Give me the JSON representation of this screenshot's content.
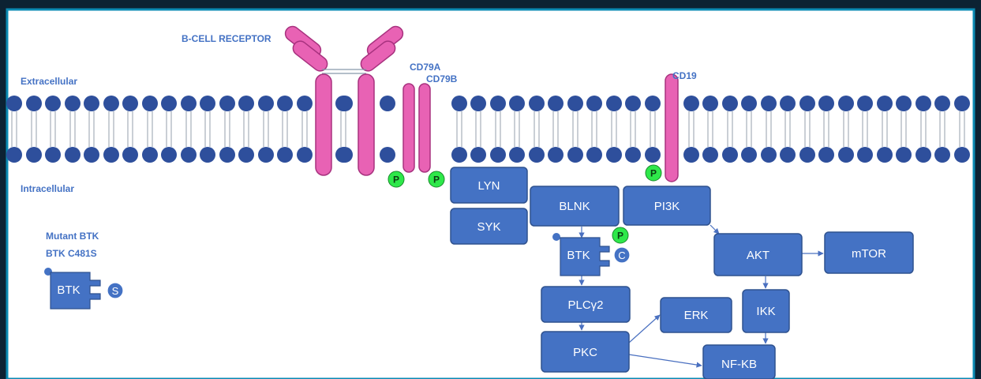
{
  "labels": {
    "bcr": "B-CELL RECEPTOR",
    "cd79a": "CD79A",
    "cd79b": "CD79B",
    "cd19": "CD19",
    "extracellular": "Extracellular",
    "intracellular": "Intracellular",
    "mutant_title": "Mutant BTK",
    "mutant_variant": "BTK C481S"
  },
  "phospho_symbol": "P",
  "nodes": {
    "lyn": "LYN",
    "syk": "SYK",
    "blnk": "BLNK",
    "pi3k": "PI3K",
    "btk": "BTK",
    "btk_site": "C",
    "akt": "AKT",
    "mtor": "mTOR",
    "ikk": "IKK",
    "plcg2": "PLCγ2",
    "erk": "ERK",
    "pkc": "PKC",
    "nfkb": "NF-KB",
    "mutant_btk": "BTK",
    "mutant_site": "S"
  },
  "colors": {
    "outer_background": "#0c2233",
    "panel_background": "#ffffff",
    "panel_border": "#0a8ab3",
    "lipid_head": "#2e4f9c",
    "receptor": "#e862b4",
    "receptor_stroke": "#a8327f",
    "node_fill": "#4472c4",
    "node_stroke": "#2f528f",
    "node_text": "#ffffff",
    "label_text": "#4472c4",
    "phospho_fill": "#2ee84a",
    "phospho_text": "#0a3d12",
    "arrow": "#4a70c0"
  }
}
